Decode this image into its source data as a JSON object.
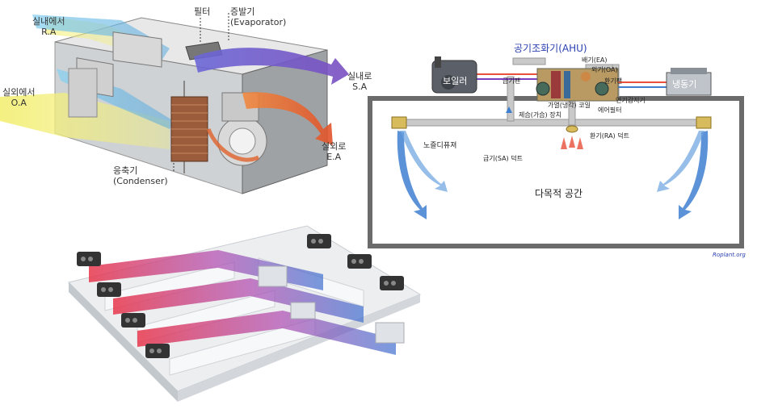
{
  "top_left": {
    "indoor_in": {
      "line1": "실내에서",
      "line2": "R.A"
    },
    "outdoor_in": {
      "line1": "실외에서",
      "line2": "O.A"
    },
    "filter": "필터",
    "evaporator": {
      "line1": "증발기",
      "line2": "(Evaporator)"
    },
    "indoor_out": {
      "line1": "실내로",
      "line2": "S.A"
    },
    "outdoor_out": {
      "line1": "실외로",
      "line2": "E.A"
    },
    "condenser": {
      "line1": "응축기",
      "line2": "(Condenser)"
    }
  },
  "top_right": {
    "ahu": "공기조화기(AHU)",
    "boiler": "보일러",
    "chiller": "냉동기",
    "exhaust": "배기(EA)",
    "outside_air": "외기(OA)",
    "return_fan": "환기팬",
    "supply_fan": "급기팬",
    "heat_coil": "가열(냉각) 코일",
    "humidifier": "제습(가습) 장치",
    "air_filter": "에어필터",
    "damper": "연기감지기",
    "diffuser": "노즐디퓨져",
    "supply_duct": "급기(SA) 덕트",
    "return_duct": "환기(RA) 덕트",
    "space": "다목적 공간",
    "credit": "Roplant.org"
  },
  "colors": {
    "warm": "#e8513a",
    "cool": "#3f7fd0",
    "outside": "#f3ef7a",
    "frame": "#6b6b6b",
    "ahu_text": "#2a3fb0"
  }
}
